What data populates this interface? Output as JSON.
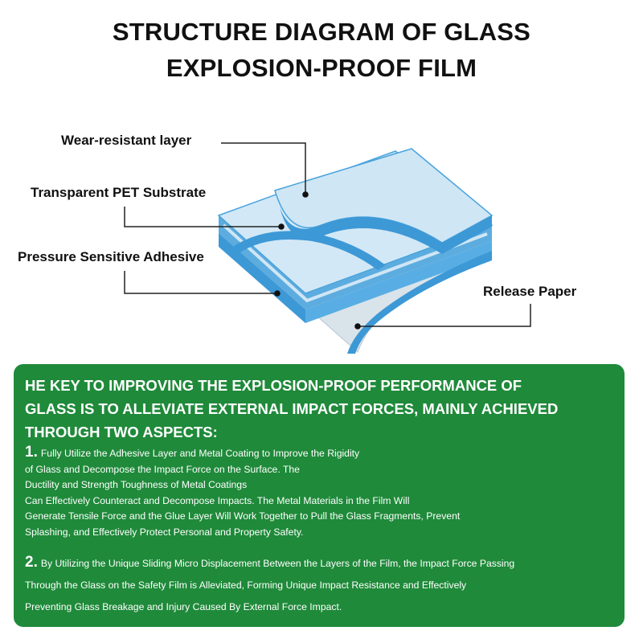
{
  "title": {
    "line1": "STRUCTURE DIAGRAM OF GLASS",
    "line2": "EXPLOSION-PROOF FILM"
  },
  "labels": {
    "wear": "Wear-resistant layer",
    "pet": "Transparent PET Substrate",
    "adhesive": "Pressure Sensitive Adhesive",
    "release": "Release Paper"
  },
  "colors": {
    "panel": "#1f8a3a",
    "layer_fill": "#cfe6f5",
    "layer_edge": "#4aa3dc",
    "paper": "#d9e3ea"
  },
  "info": {
    "heading": [
      "HE KEY TO IMPROVING THE EXPLOSION-PROOF PERFORMANCE OF",
      "GLASS IS TO ALLEVIATE EXTERNAL IMPACT FORCES, MAINLY ACHIEVED",
      "THROUGH TWO ASPECTS:"
    ],
    "point1": {
      "number": "1.",
      "lines": [
        "Fully Utilize the Adhesive Layer and Metal Coating to Improve the Rigidity",
        "of Glass and Decompose the Impact Force on the Surface. The",
        "Ductility and Strength Toughness of Metal Coatings",
        "Can Effectively Counteract and Decompose Impacts. The Metal Materials in the Film Will",
        "Generate Tensile Force and the Glue Layer Will Work Together to Pull the Glass Fragments, Prevent",
        "Splashing, and Effectively Protect Personal and Property Safety."
      ]
    },
    "point2": {
      "number": "2.",
      "lines": [
        "By Utilizing the Unique Sliding Micro Displacement Between the Layers of the Film, the Impact Force Passing",
        "Through the Glass on the Safety Film is Alleviated, Forming Unique Impact Resistance and Effectively",
        "Preventing Glass Breakage and Injury Caused By External Force Impact."
      ]
    }
  }
}
